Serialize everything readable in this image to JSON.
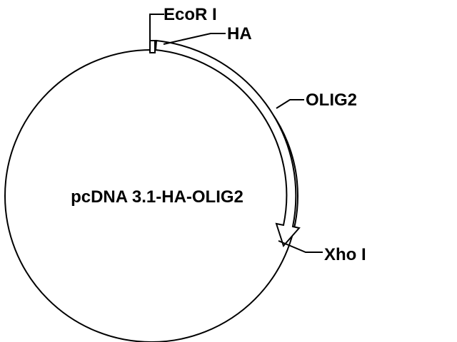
{
  "plasmid": {
    "name": "pcDNA 3.1-HA-OLIG2"
  },
  "features": {
    "ecori_label": "EcoR I",
    "ha_label": "HA",
    "olig2_label": "OLIG2",
    "xhoi_label": "Xho I"
  },
  "colors": {
    "line": "#000000",
    "background": "#ffffff"
  }
}
